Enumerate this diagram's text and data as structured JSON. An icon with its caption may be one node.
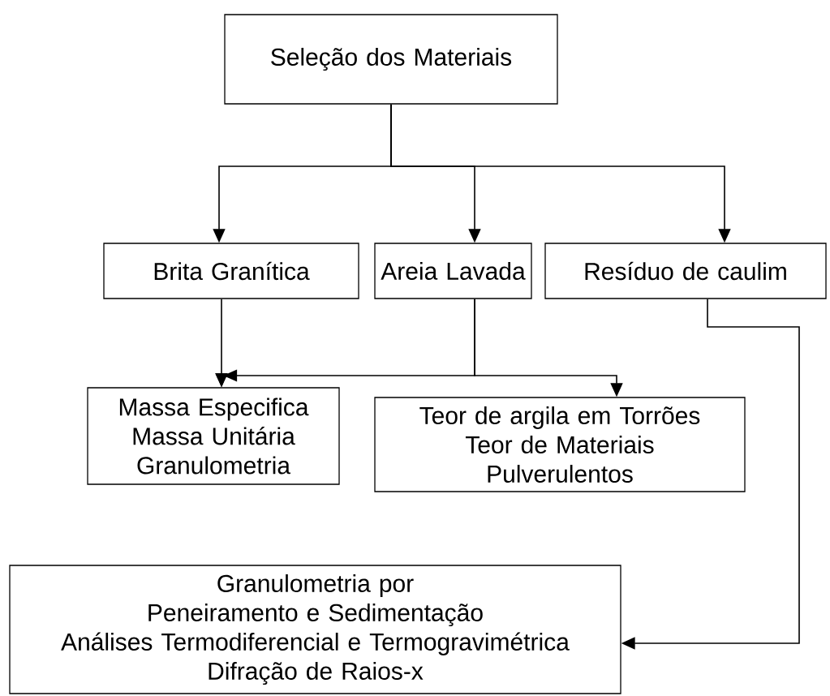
{
  "diagram": {
    "nodes": [
      {
        "text": [
          "Seleção dos Materiais"
        ]
      },
      {
        "text": [
          "Brita Granítica"
        ]
      },
      {
        "text": [
          "Areia Lavada"
        ]
      },
      {
        "text": [
          "Resíduo de caulim"
        ]
      },
      {
        "text": [
          "Massa Especifica",
          "Massa Unitária",
          "Granulometria"
        ]
      },
      {
        "text": [
          "Teor de argila em Torrões",
          "Teor de Materiais Pulverulentos"
        ]
      },
      {
        "text": [
          "Granulometria por Peneiramento e Sedimentação",
          "Análises Termodiferencial e Termogravimétrica",
          "Difração de Raios-x"
        ]
      }
    ],
    "edges": [
      {
        "from": 0,
        "to": 1,
        "arrow": "to"
      },
      {
        "from": 0,
        "to": 2,
        "arrow": "to"
      },
      {
        "from": 0,
        "to": 3,
        "arrow": "to"
      },
      {
        "from": 1,
        "to": 4,
        "arrow": "to"
      },
      {
        "from": 2,
        "to": 4,
        "arrow": "to"
      },
      {
        "from": 2,
        "to": 5,
        "arrow": "to"
      },
      {
        "from": 3,
        "to": 6,
        "arrow": "to"
      }
    ]
  }
}
